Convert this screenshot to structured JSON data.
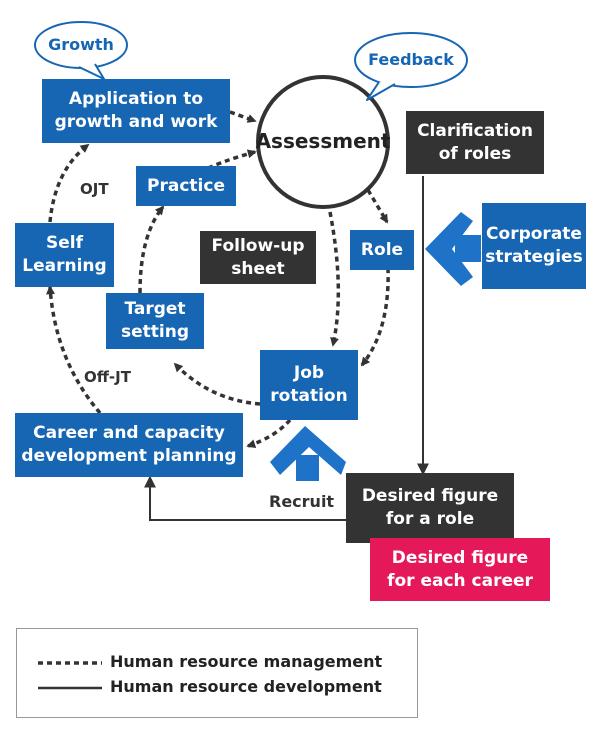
{
  "bubbles": {
    "growth": "Growth",
    "feedback": "Feedback"
  },
  "center": {
    "label": "Assessment"
  },
  "boxes": {
    "application": "Application to\ngrowth and work",
    "practice": "Practice",
    "self_learning": "Self\nLearning",
    "target_setting": "Target\nsetting",
    "career_planning": "Career and capacity\ndevelopment planning",
    "job_rotation": "Job\nrotation",
    "role": "Role",
    "follow_up": "Follow-up\nsheet",
    "clarification": "Clarification\nof roles",
    "corporate": "Corporate\nstrategies",
    "desired_role": "Desired figure\nfor a role",
    "desired_career": "Desired figure\nfor each career"
  },
  "labels": {
    "ojt": "OJT",
    "off_jt": "Off-JT",
    "recruit": "Recruit"
  },
  "legend": {
    "dotted": "Human resource management",
    "solid": "Human resource development"
  },
  "colors": {
    "blue": "#1666b3",
    "dark": "#333333",
    "pink": "#e5195a",
    "arrow_blue": "#1e73c8"
  }
}
